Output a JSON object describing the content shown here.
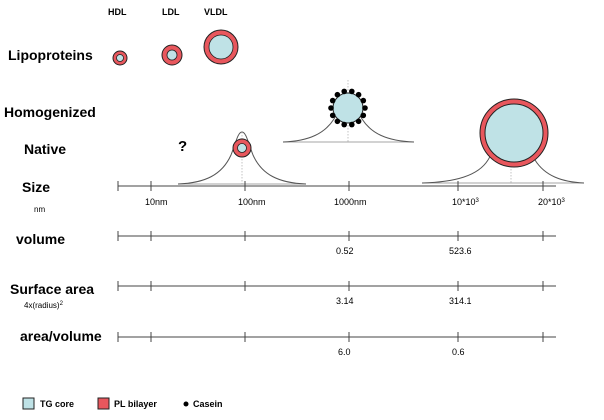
{
  "header_labels": {
    "hdl": "HDL",
    "ldl": "LDL",
    "vldl": "VLDL"
  },
  "rows": {
    "lipoproteins": "Lipoproteins",
    "homogenized": "Homogenized",
    "native": "Native",
    "size": "Size",
    "size_unit": "nm",
    "volume": "volume",
    "surface_area": "Surface area",
    "surface_formula_a": "4x(radius)",
    "surface_formula_b": "2",
    "area_volume": "area/volume"
  },
  "question_mark": "?",
  "size_ticks": {
    "t10": "10nm",
    "t100": "100nm",
    "t1000": "1000nm",
    "t10k_a": "10*10",
    "t10k_b": "3",
    "t20k_a": "20*10",
    "t20k_b": "3"
  },
  "values": {
    "volume": [
      "0.52",
      "523.6"
    ],
    "surface_area": [
      "3.14",
      "314.1"
    ],
    "area_volume": [
      "6.0",
      "0.6"
    ]
  },
  "legend": {
    "tg_core": "TG core",
    "pl_bilayer": "PL bilayer",
    "casein": "Casein"
  },
  "colors": {
    "core": "#bfe2e6",
    "bilayer": "#e8575d",
    "outline": "#222222",
    "casein": "#000000",
    "curve": "#555555",
    "axis": "#444444"
  }
}
